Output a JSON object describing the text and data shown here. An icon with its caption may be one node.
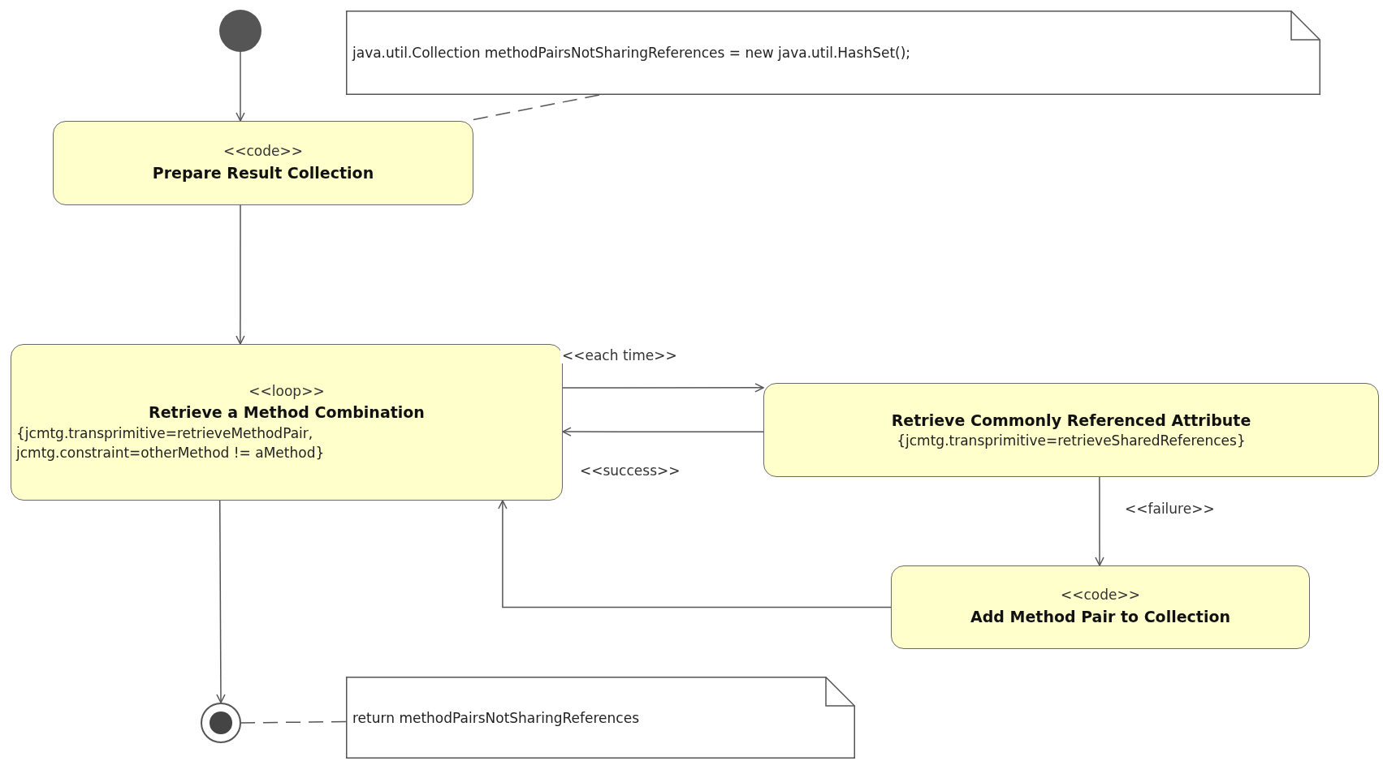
{
  "diagram": {
    "nodes": [
      {
        "text": [],
        "shape": "circle"
      },
      {
        "text": [
          "java.util.Collection methodPairsNotSharingReferences = new java.util.HashSet();"
        ]
      },
      {
        "text": [
          "<<code>>",
          "Prepare Result Collection"
        ]
      },
      {
        "text": [
          "<<loop>>",
          "Retrieve a Method Combination",
          "{jcmtg.transprimitive=retrieveMethodPair, jcmtg.constraint=otherMethod != aMethod}"
        ]
      },
      {
        "text": [
          "Retrieve Commonly Referenced Attribute",
          "{jcmtg.transprimitive=retrieveSharedReferences}"
        ]
      },
      {
        "text": [
          "<<code>>",
          "Add Method Pair to Collection"
        ]
      },
      {
        "text": [],
        "shape": "circle"
      },
      {
        "text": [
          "return methodPairsNotSharingReferences"
        ]
      }
    ],
    "edges": [
      {
        "from": 0,
        "to": 2,
        "arrow": "to"
      },
      {
        "from": 1,
        "to": 2,
        "arrow": "none",
        "style": "dashed"
      },
      {
        "from": 2,
        "to": 3,
        "arrow": "to"
      },
      {
        "from": 3,
        "to": 4,
        "arrow": "to",
        "label": "<<each time>>"
      },
      {
        "from": 4,
        "to": 3,
        "arrow": "to",
        "label": "<<success>>"
      },
      {
        "from": 4,
        "to": 5,
        "arrow": "to",
        "label": "<<failure>>"
      },
      {
        "from": 5,
        "to": 3,
        "arrow": "to"
      },
      {
        "from": 3,
        "to": 6,
        "arrow": "to"
      },
      {
        "from": 7,
        "to": 6,
        "arrow": "none",
        "style": "dashed"
      }
    ]
  }
}
